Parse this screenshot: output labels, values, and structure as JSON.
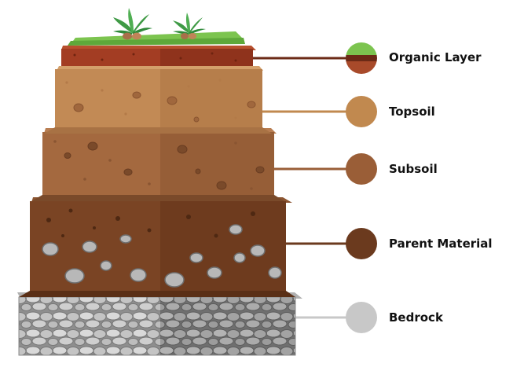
{
  "layers": [
    {
      "id": "organic",
      "label": "Organic Layer",
      "color": "#6b2a16",
      "swatch_top": "#7cc44f",
      "swatch_bottom": "#a84a2a"
    },
    {
      "id": "topsoil",
      "label": "Topsoil",
      "color": "#c1894f"
    },
    {
      "id": "subsoil",
      "label": "Subsoil",
      "color": "#9a5e37"
    },
    {
      "id": "parent",
      "label": "Parent Material",
      "color": "#6b3a1e"
    },
    {
      "id": "bedrock",
      "label": "Bedrock",
      "color": "#c8c8c8"
    }
  ],
  "colors": {
    "grass": "#7cc44f",
    "grass_dark": "#5ea83a",
    "plant": "#3f9a45",
    "organic_front": "#a33d23",
    "organic_top": "#b8502e",
    "topsoil_front": "#c28a55",
    "topsoil_top": "#d4a06b",
    "subsoil_front": "#a4693f",
    "subsoil_top": "#b97e52",
    "parent_front": "#7a4424",
    "parent_top": "#8c5531",
    "bedrock_front": "#9a9a9a",
    "rock_light": "#d6d6d6",
    "rock_dark": "#7d7d7d"
  },
  "icons": {
    "plant": "plant-icon",
    "rock": "rock-icon"
  }
}
